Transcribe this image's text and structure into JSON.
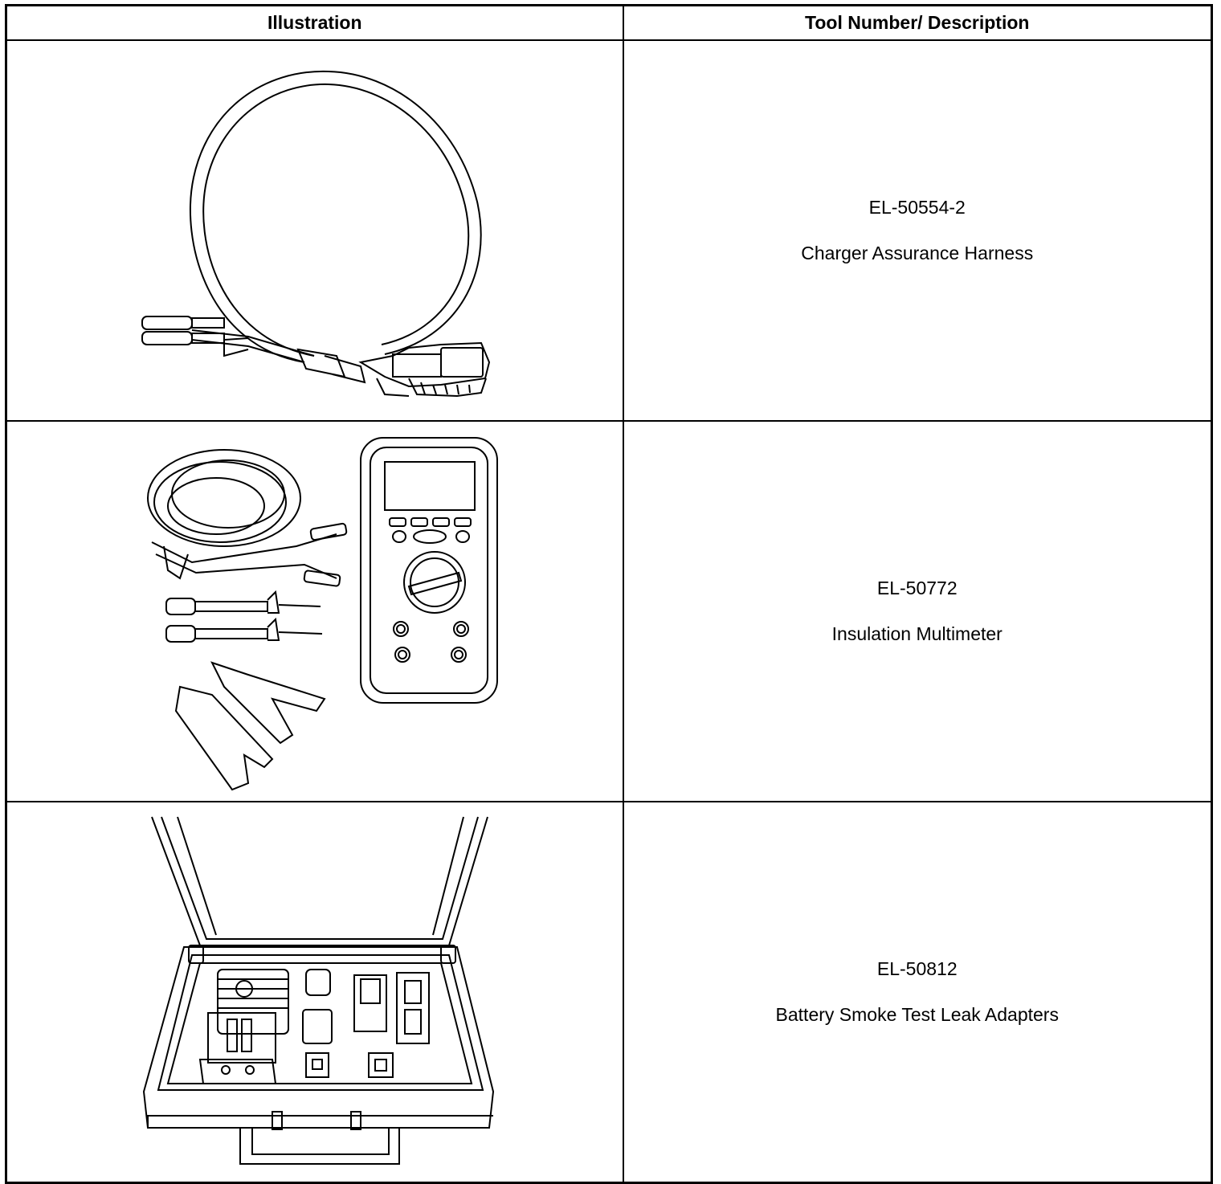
{
  "table": {
    "headers": [
      "Illustration",
      "Tool Number/ Description"
    ],
    "rows": [
      {
        "tool_number": "EL-50554-2",
        "description": "Charger Assurance Harness",
        "illustration_icon": "harness-cable-icon"
      },
      {
        "tool_number": "EL-50772",
        "description": "Insulation Multimeter",
        "illustration_icon": "multimeter-icon"
      },
      {
        "tool_number": "EL-50812",
        "description": "Battery Smoke Test Leak Adapters",
        "illustration_icon": "adapter-case-icon"
      }
    ]
  }
}
